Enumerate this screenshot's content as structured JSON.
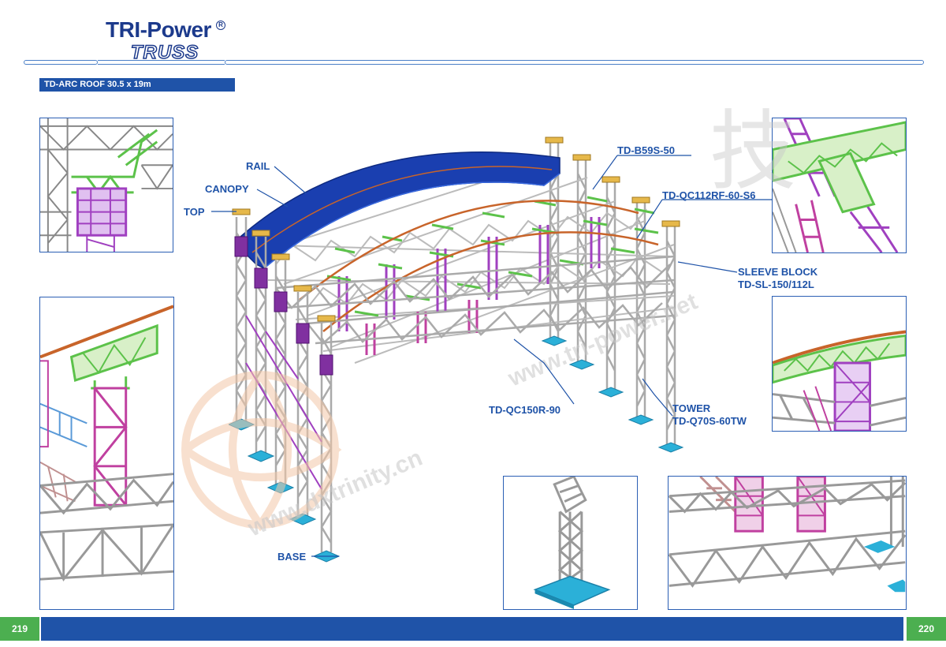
{
  "brand": {
    "name": "TRI-Power",
    "registered": "R",
    "sub": "TRUSS"
  },
  "title": "TD-ARC ROOF 30.5 x 19m",
  "watermark": {
    "url_a": "www.tri-power.net",
    "url_b": "www.dxtrinity.cn",
    "cjk": "技"
  },
  "callouts": {
    "rail": "RAIL",
    "canopy": "CANOPY",
    "top": "TOP",
    "base": "BASE",
    "b59s": "TD-B59S-50",
    "qc112": "TD-QC112RF-60-S6",
    "sleeve_line1": "SLEEVE BLOCK",
    "sleeve_line2": "TD-SL-150/112L",
    "qc150": "TD-QC150R-90",
    "tower_line1": "TOWER",
    "tower_line2": "TD-Q70S-60TW"
  },
  "pages": {
    "left": "219",
    "right": "220"
  },
  "colors": {
    "blue": "#1f53a8",
    "canopy": "#1a3fb0",
    "green": "#4caf50",
    "truss_green": "#5cc24a",
    "truss_purple": "#a040c0",
    "truss_magenta": "#c040a0",
    "base_cyan": "#2bb0d8",
    "rail_orange": "#c8642a"
  }
}
